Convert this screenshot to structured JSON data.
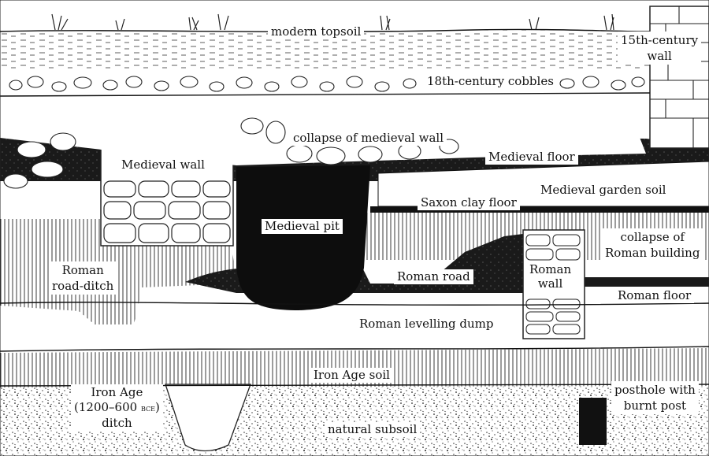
{
  "labels": {
    "modern_topsoil": "modern topsoil",
    "wall_15th": [
      "15th-century",
      "wall"
    ],
    "cobbles_18th": "18th-century cobbles",
    "collapse_medieval_wall": "collapse of medieval wall",
    "medieval_wall": "Medieval wall",
    "medieval_floor": "Medieval floor",
    "medieval_garden_soil": "Medieval garden soil",
    "saxon_clay_floor": "Saxon clay floor",
    "medieval_pit": "Medieval pit",
    "collapse_roman_building": [
      "collapse of",
      "Roman building"
    ],
    "roman_road_ditch": [
      "Roman",
      "road-ditch"
    ],
    "roman_road": "Roman road",
    "roman_wall": [
      "Roman",
      "wall"
    ],
    "roman_floor": "Roman floor",
    "roman_levelling_dump": "Roman levelling dump",
    "iron_age_soil": "Iron Age soil",
    "iron_age_ditch": [
      "Iron Age",
      "(1200–600 ",
      "bce",
      ")",
      "ditch"
    ],
    "posthole": [
      "posthole with",
      "burnt post"
    ],
    "natural_subsoil": "natural subsoil"
  }
}
